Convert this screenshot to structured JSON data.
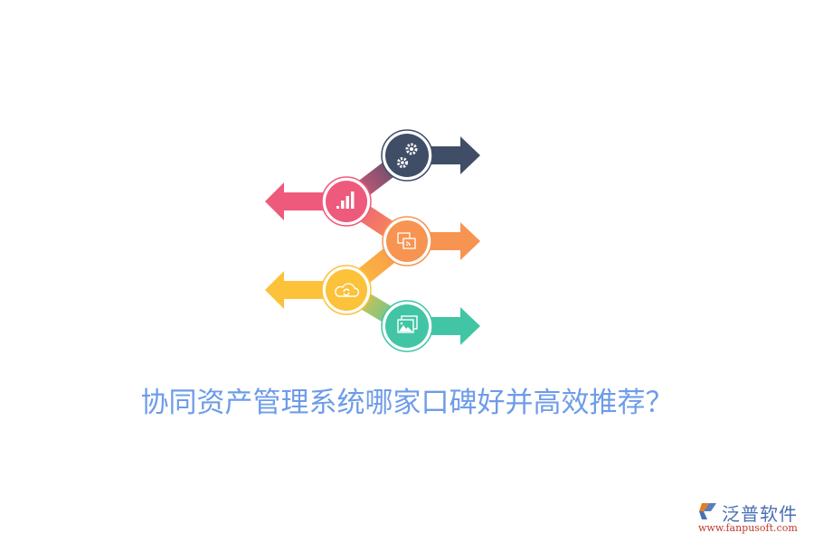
{
  "title": "协同资产管理系统哪家口碑好并高效推荐？",
  "colors": {
    "title": "#6e9ce8",
    "navy": "#3f4e66",
    "pink": "#ee5a7c",
    "orange": "#f79451",
    "yellow": "#fbc23a",
    "teal": "#42c5a4"
  },
  "steps": [
    {
      "icon": "gears-icon",
      "direction": "right",
      "color": "#3f4e66"
    },
    {
      "icon": "bar-chart-icon",
      "direction": "left",
      "color": "#ee5a7c"
    },
    {
      "icon": "screen-cast-icon",
      "direction": "right",
      "color": "#f79451"
    },
    {
      "icon": "cloud-sync-icon",
      "direction": "left",
      "color": "#fbc23a"
    },
    {
      "icon": "image-gallery-icon",
      "direction": "right",
      "color": "#42c5a4"
    }
  ],
  "logo": {
    "name": "泛普软件",
    "url": "www.fanpusoft.com"
  }
}
